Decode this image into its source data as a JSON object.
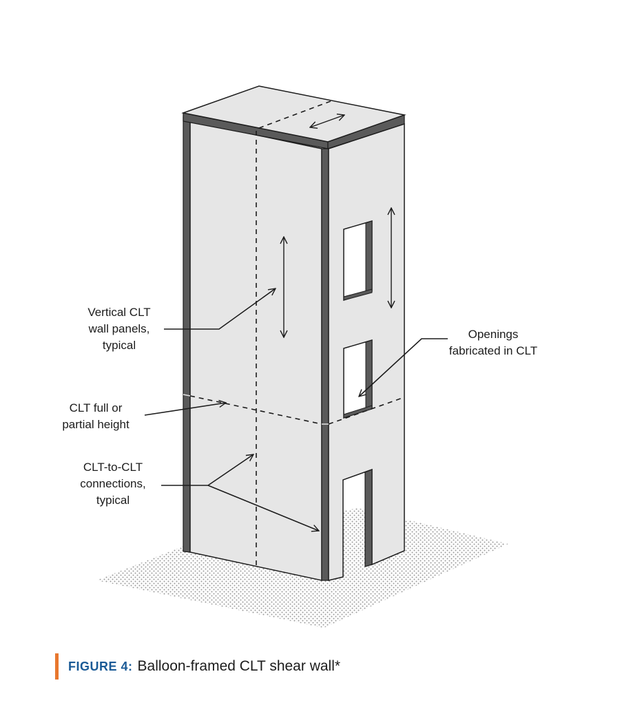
{
  "labels": {
    "vertical_panels": [
      "Vertical CLT",
      "wall panels,",
      "typical"
    ],
    "full_partial": [
      "CLT full or",
      "partial height"
    ],
    "connections": [
      "CLT-to-CLT",
      "connections,",
      "typical"
    ],
    "openings": [
      "Openings",
      "fabricated in CLT"
    ]
  },
  "caption": {
    "label": "FIGURE 4:",
    "text": "Balloon-framed CLT shear wall*"
  },
  "colors": {
    "panel_fill": "#e6e6e6",
    "edge_dark": "#5a5a5a",
    "outline": "#1c1c1c",
    "accent_bar": "#e8772e",
    "caption_label": "#1a5a96"
  }
}
